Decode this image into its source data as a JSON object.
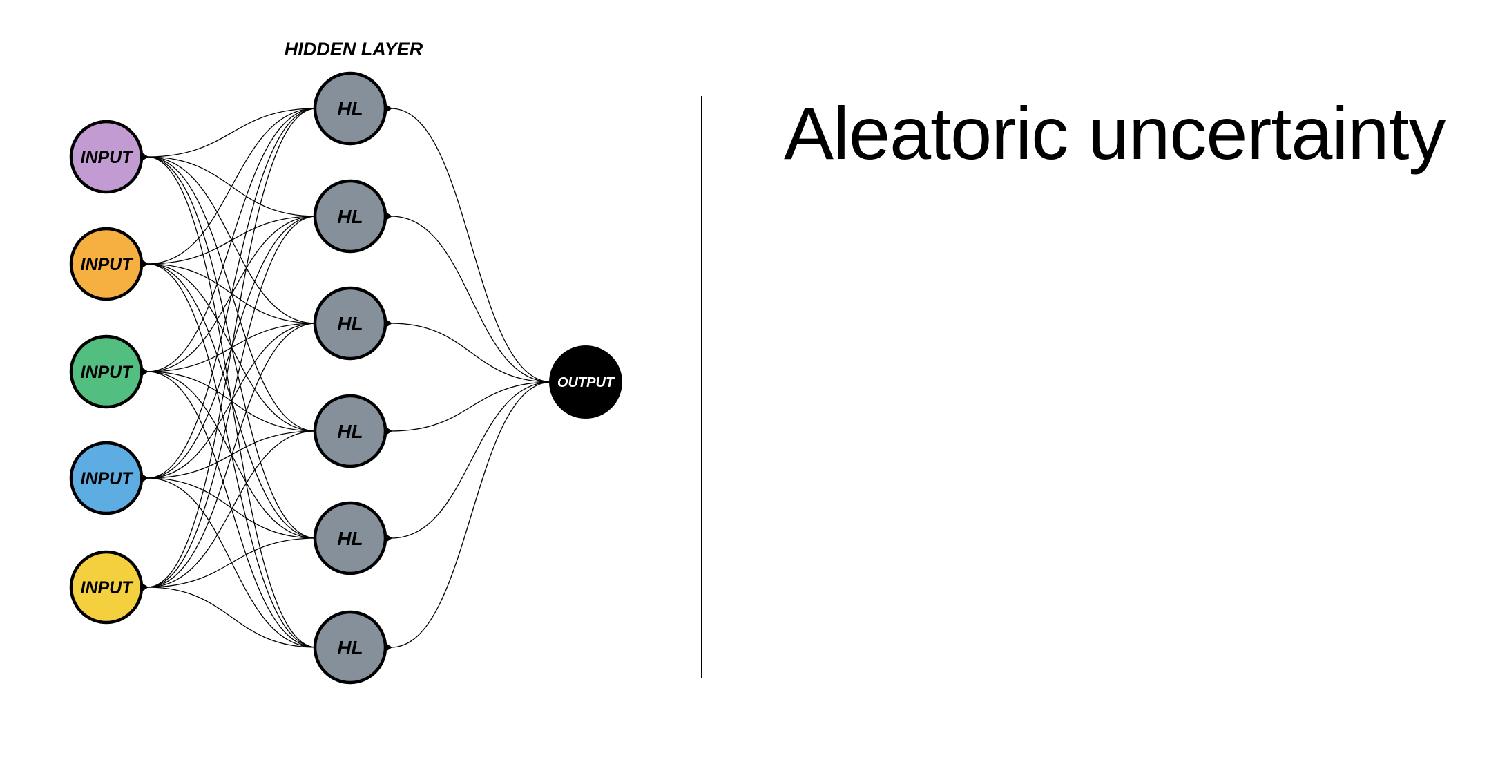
{
  "diagram": {
    "hidden_layer_label": "HIDDEN LAYER",
    "inputs": [
      {
        "label": "INPUT",
        "color": "#C39BD3"
      },
      {
        "label": "INPUT",
        "color": "#F5B041"
      },
      {
        "label": "INPUT",
        "color": "#52BE80"
      },
      {
        "label": "INPUT",
        "color": "#5DADE2"
      },
      {
        "label": "INPUT",
        "color": "#F4D03F"
      }
    ],
    "hidden": [
      {
        "label": "HL"
      },
      {
        "label": "HL"
      },
      {
        "label": "HL"
      },
      {
        "label": "HL"
      },
      {
        "label": "HL"
      },
      {
        "label": "HL"
      }
    ],
    "hidden_color": "#85909B",
    "output": {
      "label": "OUTPUT",
      "color": "#000000"
    }
  },
  "title": "Aleatoric uncertainty"
}
